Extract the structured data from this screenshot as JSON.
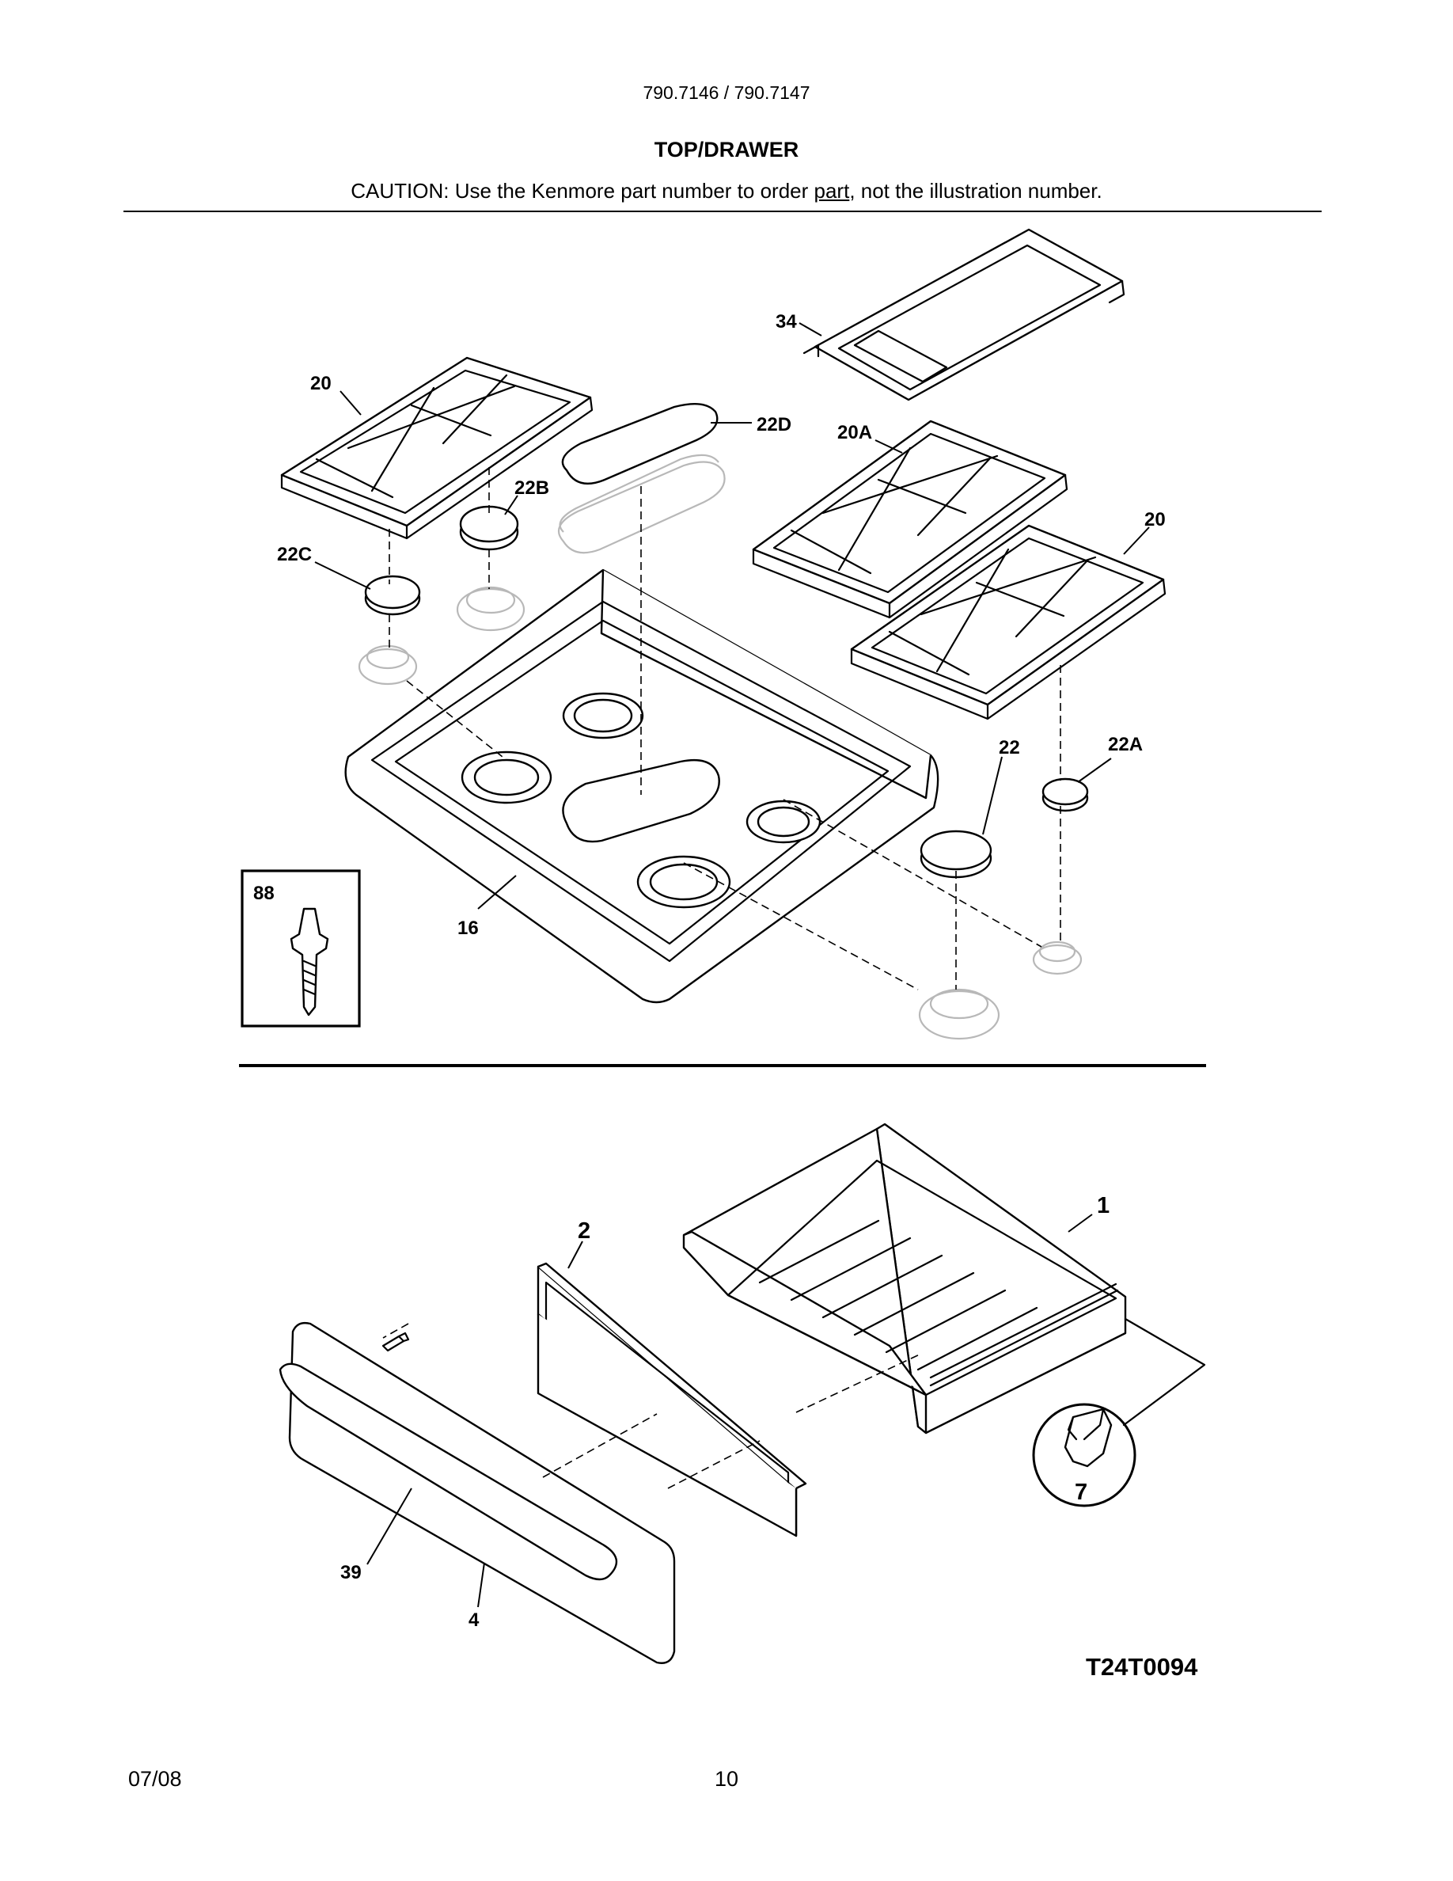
{
  "header": {
    "model": "790.7146 / 790.7147",
    "title": "TOP/DRAWER",
    "caution_before": "CAUTION: Use the Kenmore part number to order ",
    "caution_underlined": "part",
    "caution_after": ", not the illustration number."
  },
  "callouts": {
    "top": [
      "34",
      "20",
      "22D",
      "20A",
      "22B",
      "20",
      "22C",
      "22",
      "22A",
      "88",
      "16"
    ],
    "drawer": [
      "1",
      "2",
      "7",
      "39",
      "4"
    ]
  },
  "diagram_code": "T24T0094",
  "footer": {
    "date": "07/08",
    "page": "10"
  }
}
